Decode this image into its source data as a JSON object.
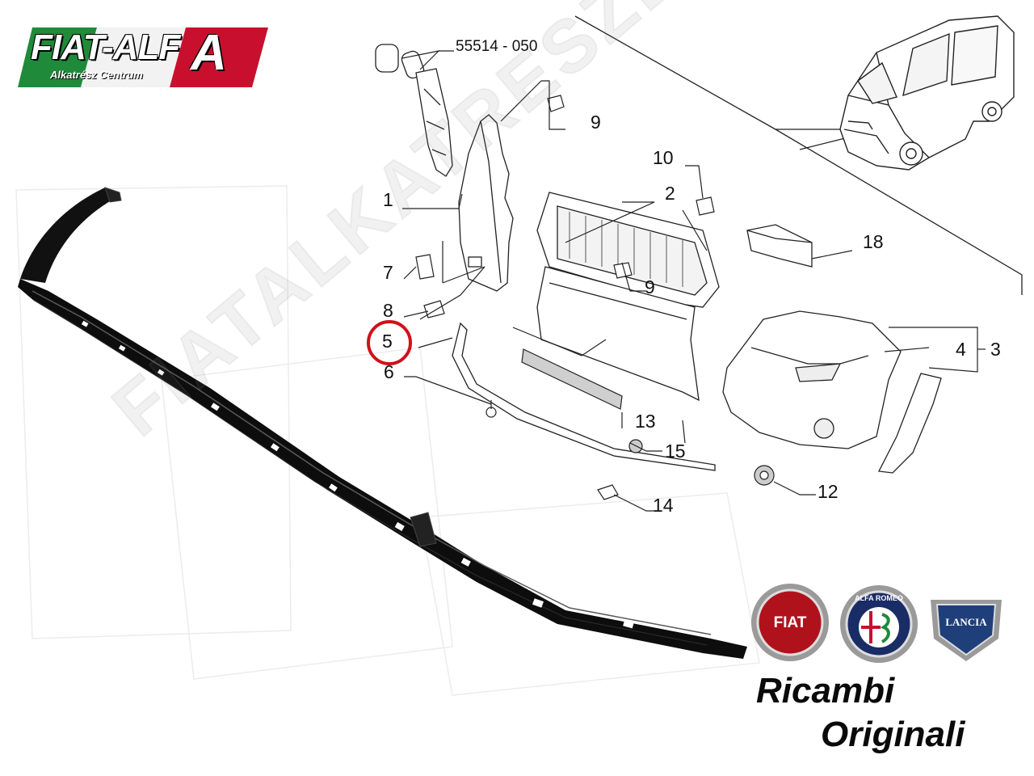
{
  "logo": {
    "main_text": "FIAT-ALF",
    "accent_letter": "A",
    "sub_text": "Alkatrész Centrum",
    "flag_colors": [
      "#1f8a3a",
      "#ffffff",
      "#c8102e"
    ]
  },
  "diagram": {
    "part_number": "55514 - 050",
    "callouts": [
      "1",
      "2",
      "3",
      "4",
      "5",
      "6",
      "7",
      "8",
      "9",
      "9",
      "10",
      "12",
      "13",
      "14",
      "15",
      "18"
    ],
    "highlighted_callout": "5",
    "highlight_color": "#d0101a"
  },
  "watermark": "FIATALKATRESZEK.HU",
  "brands": [
    {
      "name": "FIAT",
      "color": "#b0121c",
      "icon": "fiat-badge-icon"
    },
    {
      "name": "ALFA ROMEO",
      "color": "#1a2c66",
      "icon": "alfa-romeo-badge-icon"
    },
    {
      "name": "LANCIA",
      "color": "#1f3f7a",
      "icon": "lancia-badge-icon"
    }
  ],
  "slogan": {
    "line1": "Ricambi",
    "line2": "Originali"
  }
}
